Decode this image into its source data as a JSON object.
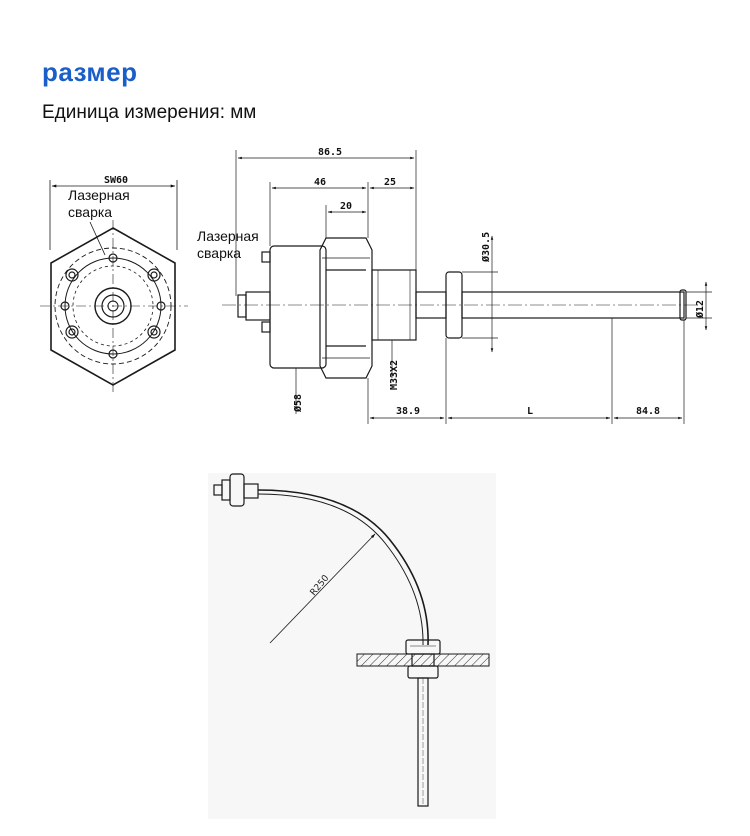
{
  "header": {
    "title": "размер",
    "subtitle": "Единица измерения: мм"
  },
  "front_view": {
    "hex_label": "SW60",
    "weld_label_line1": "Лазерная",
    "weld_label_line2": "сварка"
  },
  "side_view": {
    "weld_label_line1": "Лазерная",
    "weld_label_line2": "сварка",
    "dim_overall": "86.5",
    "dim_body": "46",
    "dim_hex": "20",
    "dim_thread_len": "25",
    "dim_flange_dia": "Ø30.5",
    "dim_probe_dia": "Ø12",
    "dim_body_dia": "Ø58",
    "dim_thread": "M33X2",
    "dim_a": "38.9",
    "dim_l": "L",
    "dim_tip": "84.8"
  },
  "install_view": {
    "radius_label": "R250"
  },
  "colors": {
    "title": "#1a5fc8",
    "line": "#1a1a1a",
    "panel": "#f7f7f7"
  }
}
